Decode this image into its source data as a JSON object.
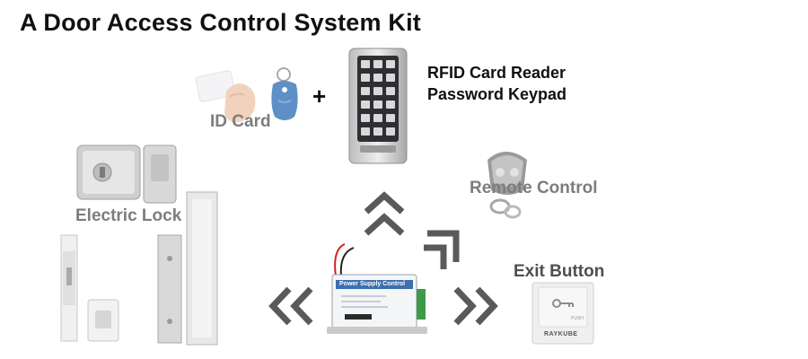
{
  "title": "A Door Access Control System Kit",
  "labels": {
    "id_card": "ID Card",
    "plus": "+",
    "rfid_line1": "RFID Card Reader",
    "rfid_line2": "Password Keypad",
    "remote_control": "Remote Control",
    "electric_lock": "Electric Lock",
    "exit_button": "Exit Button"
  },
  "device_text": {
    "power_supply": "Power Supply Control",
    "exit_brand": "RAYKUBE",
    "exit_push": "PUSH"
  },
  "icons": [
    "id-card-photo",
    "key-fob-icon",
    "keypad-reader-image",
    "remote-control-image",
    "rim-lock-image",
    "bolt-lock-image",
    "magnetic-lock-image",
    "power-supply-image",
    "exit-button-image",
    "chevron-up-icon",
    "chevron-up-right-icon",
    "chevron-left-icon",
    "chevron-right-icon"
  ],
  "colors": {
    "chevron": "#5a5a5a",
    "fob": "#5f8fc7",
    "wire_red": "#d21f1f",
    "terminal_green": "#3e9a4a"
  }
}
